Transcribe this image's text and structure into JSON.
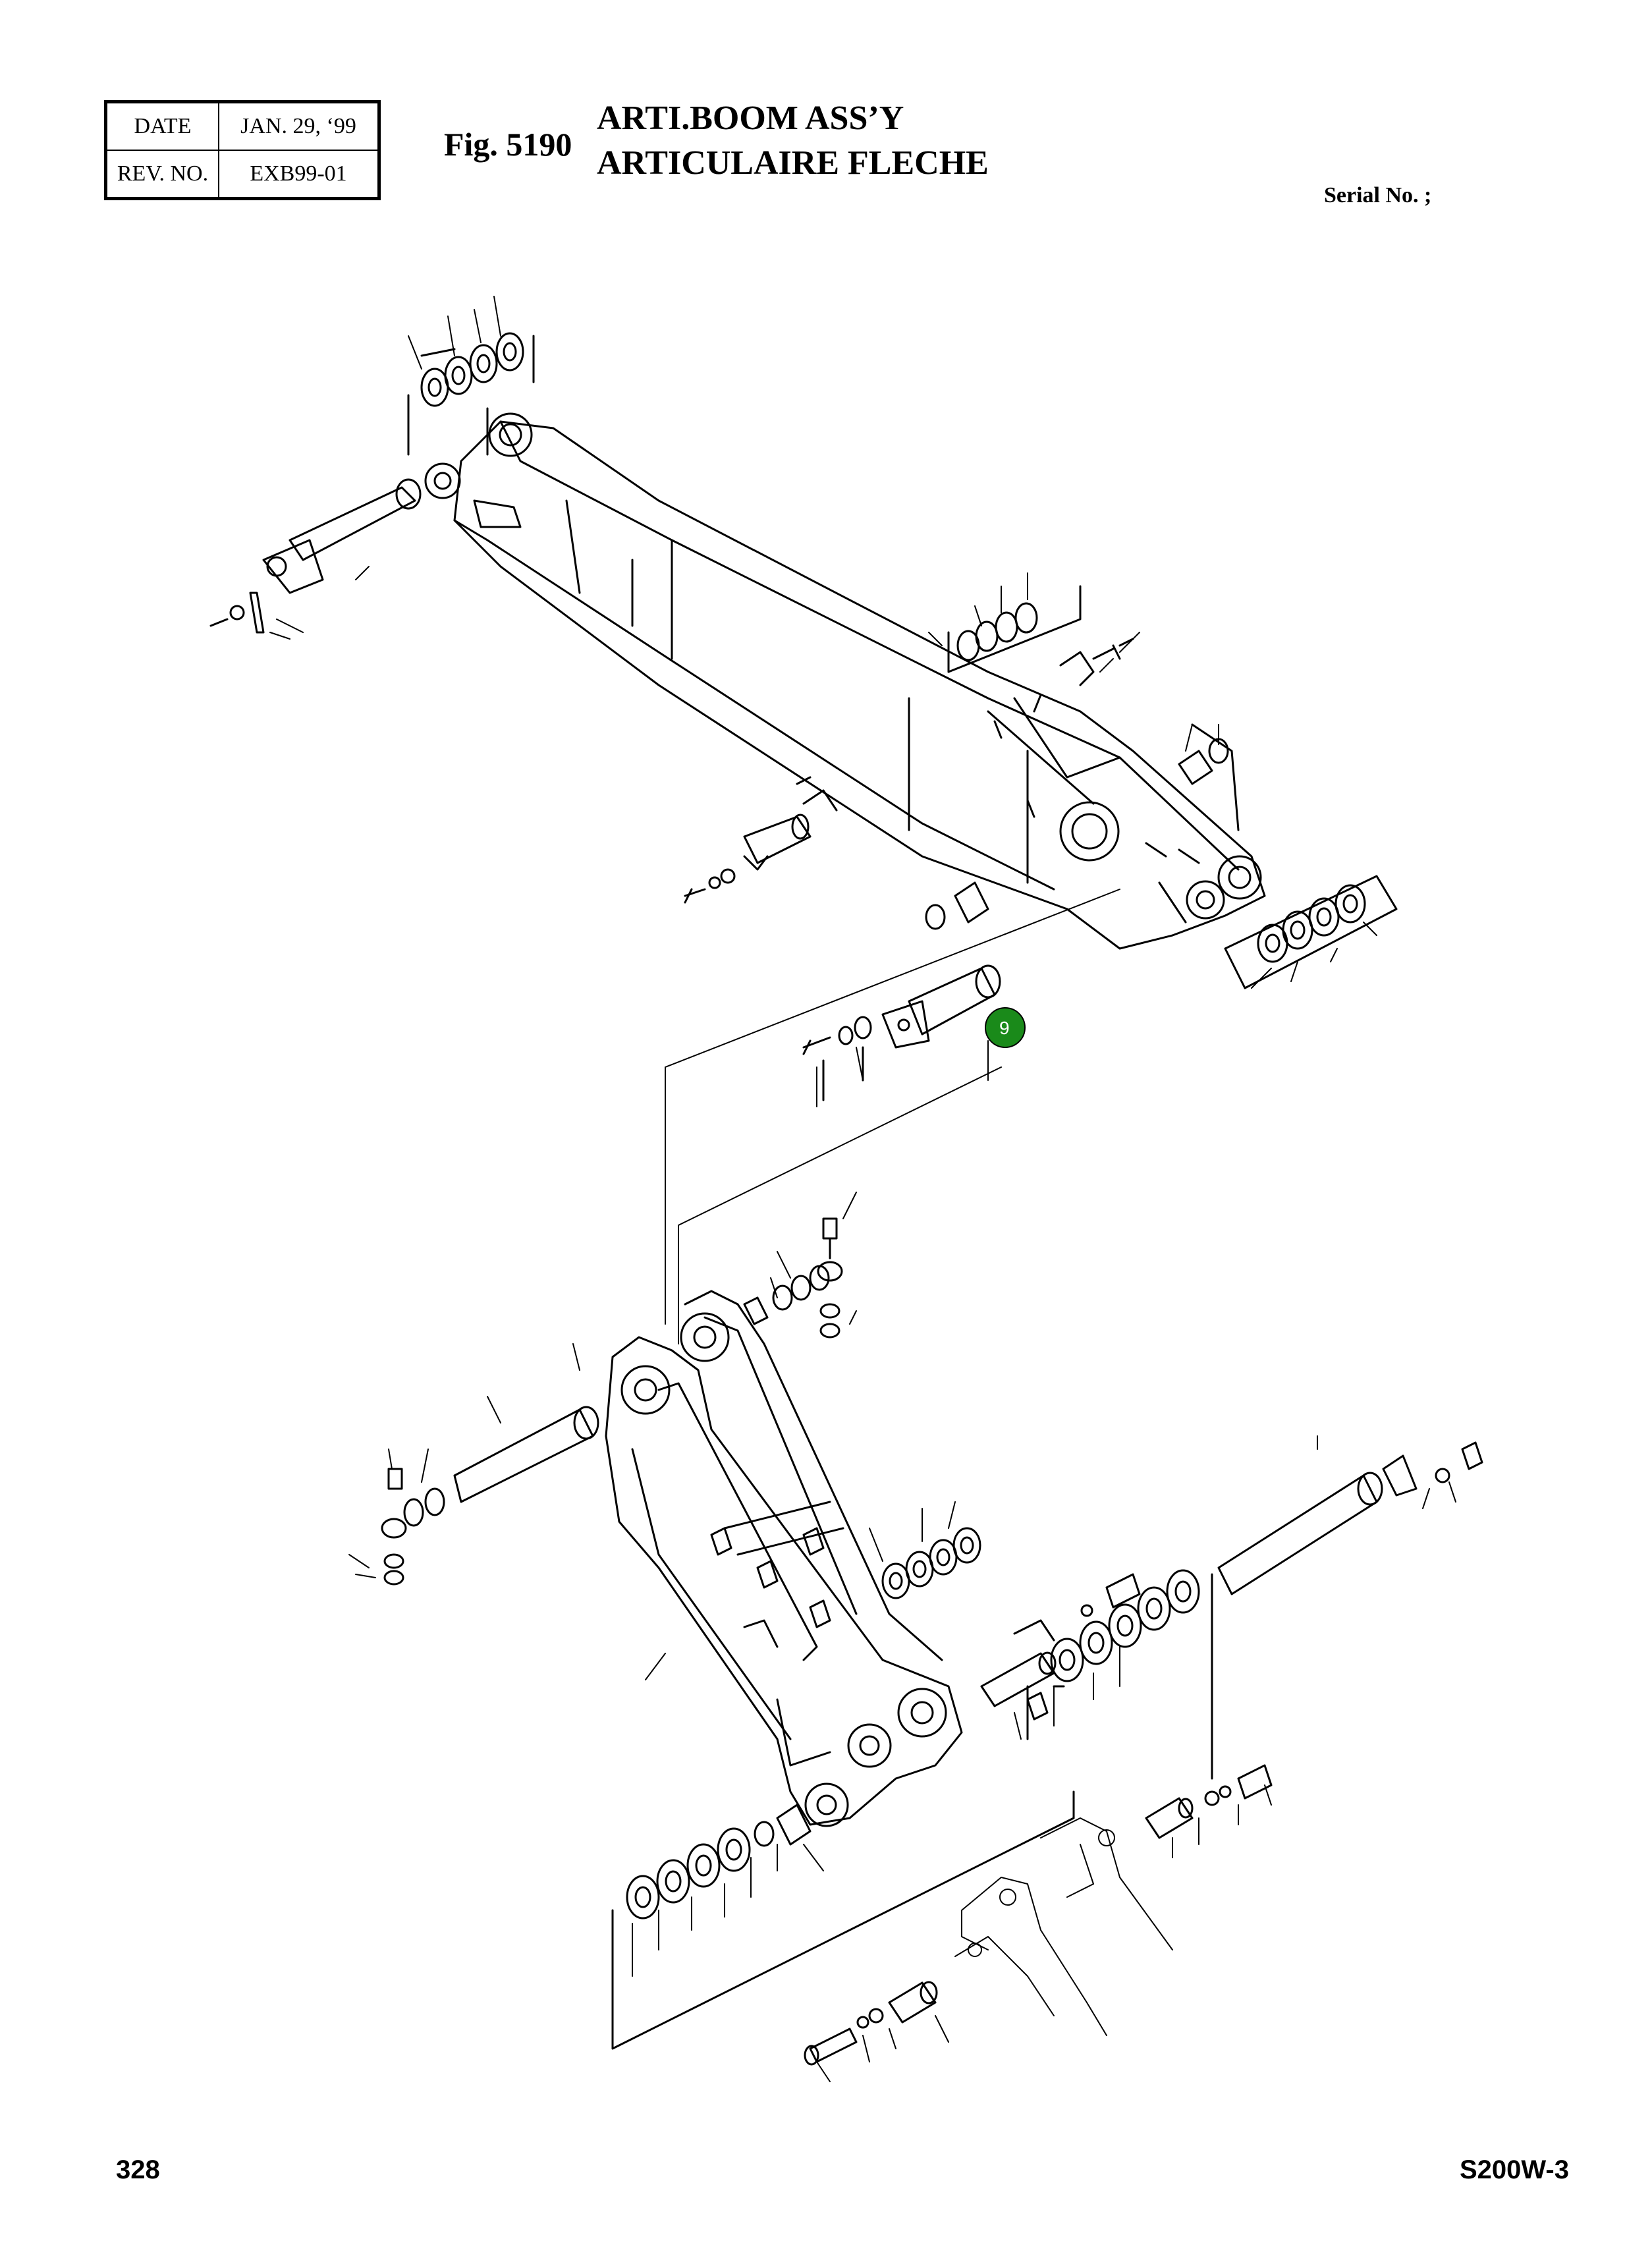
{
  "header": {
    "date_label": "DATE",
    "date_value": "JAN. 29, ‘99",
    "rev_label": "REV. NO.",
    "rev_value": "EXB99-01",
    "fig_number": "Fig. 5190",
    "title_en": "ARTI.BOOM ASS’Y",
    "title_fr": "ARTICULAIRE FLECHE",
    "serial_label": "Serial No. ;"
  },
  "diagram": {
    "callout": {
      "label": "9",
      "color": "#1a8a1a"
    },
    "line_color": "#000000"
  },
  "footer": {
    "page_number": "328",
    "model": "S200W-3"
  }
}
